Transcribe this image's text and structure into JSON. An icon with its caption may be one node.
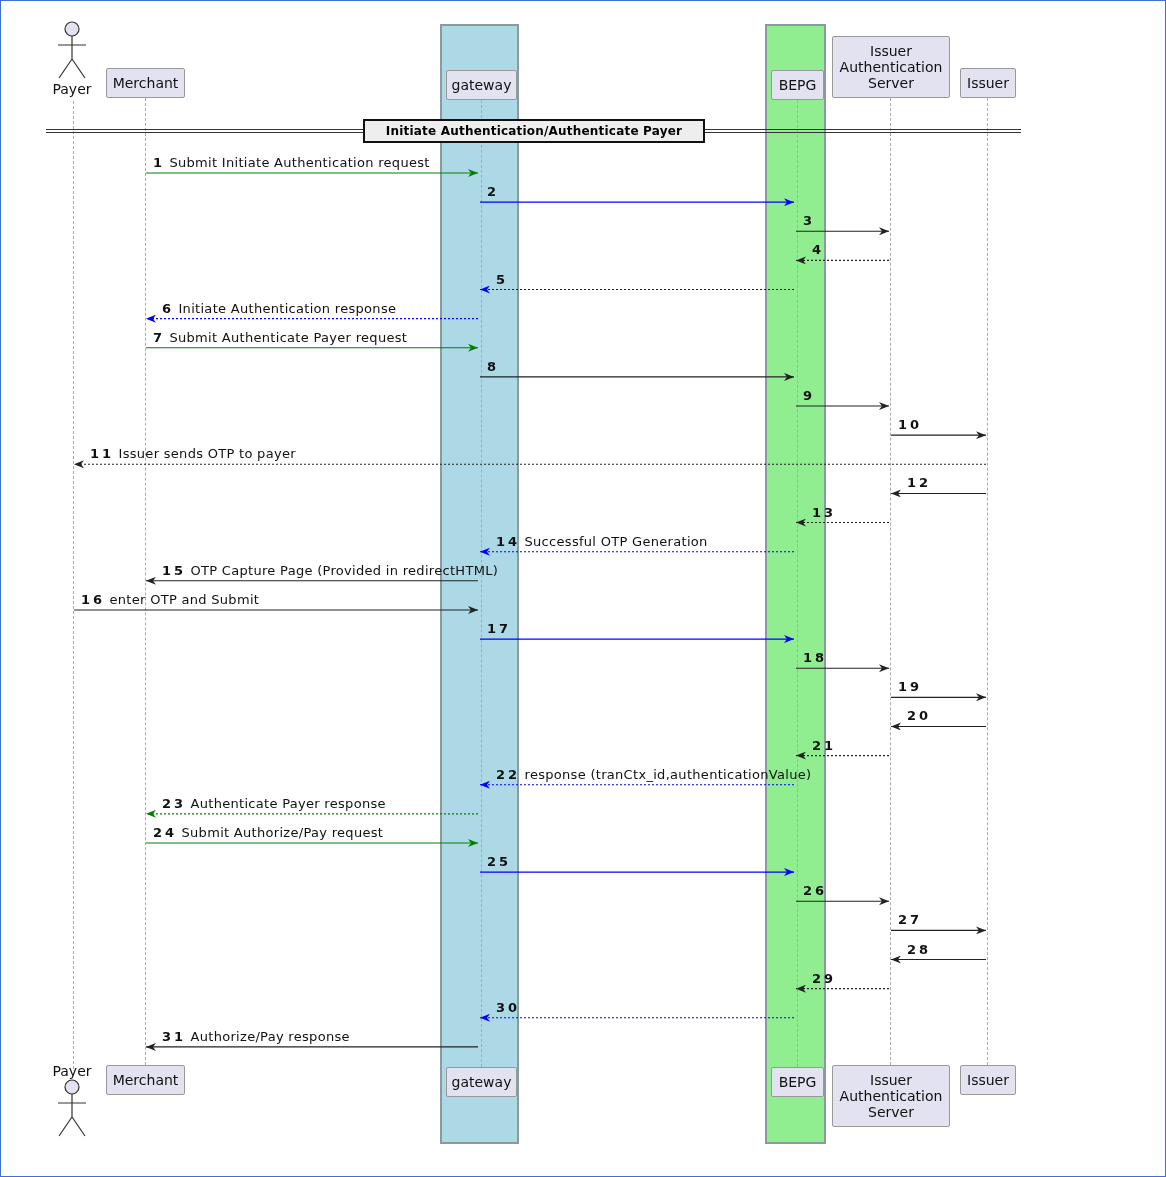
{
  "diagram": {
    "nodes": [
      {
        "text": [
          "Payer"
        ]
      },
      {
        "text": [
          "Merchant"
        ]
      },
      {
        "text": [],
        "shape": "bar"
      },
      {
        "text": [
          "gateway"
        ],
        "in": 2
      },
      {
        "text": [],
        "shape": "bar"
      },
      {
        "text": [
          "BEPG"
        ],
        "in": 4
      },
      {
        "text": [
          "Issuer Authentication Server"
        ]
      },
      {
        "text": [
          "Issuer"
        ]
      },
      {
        "text": [
          "Initiate Authentication/Authenticate Payer"
        ]
      },
      {
        "text": [],
        "shape": "line"
      },
      {
        "text": [],
        "shape": "line"
      },
      {
        "text": [],
        "shape": "line",
        "in": 2
      },
      {
        "text": [],
        "shape": "line",
        "in": 4
      },
      {
        "text": [],
        "shape": "line"
      },
      {
        "text": [],
        "shape": "line"
      },
      {
        "text": [
          "Payer"
        ]
      },
      {
        "text": [
          "Merchant"
        ]
      },
      {
        "text": [
          "gateway"
        ],
        "in": 2
      },
      {
        "text": [
          "BEPG"
        ],
        "in": 4
      },
      {
        "text": [
          "Issuer Authentication Server"
        ]
      },
      {
        "text": [
          "Issuer"
        ]
      }
    ],
    "edges": [
      {
        "from": 10,
        "to": 11,
        "arrow": "to",
        "label": "**1** Submit Initiate Authentication request",
        "color": "#008000"
      },
      {
        "from": 11,
        "to": 12,
        "arrow": "to",
        "label": "2",
        "color": "#0000ff"
      },
      {
        "from": 12,
        "to": 13,
        "arrow": "to",
        "label": "3"
      },
      {
        "from": 13,
        "to": 12,
        "arrow": "to",
        "label": "4",
        "style": "dashed"
      },
      {
        "from": 12,
        "to": 11,
        "arrow": "to",
        "label": "5",
        "style": "dashed",
        "color": "#0000ff"
      },
      {
        "from": 11,
        "to": 10,
        "arrow": "to",
        "label": "**6** Initiate Authentication response",
        "style": "dashed",
        "color": "#0000ff"
      },
      {
        "from": 10,
        "to": 11,
        "arrow": "to",
        "label": "**7** Submit Authenticate Payer request",
        "color": "#008000"
      },
      {
        "from": 11,
        "to": 12,
        "arrow": "to",
        "label": "8"
      },
      {
        "from": 12,
        "to": 13,
        "arrow": "to",
        "label": "9"
      },
      {
        "from": 13,
        "to": 14,
        "arrow": "to",
        "label": "10"
      },
      {
        "from": 14,
        "to": 9,
        "arrow": "to",
        "label": "**11** Issuer sends OTP to payer",
        "style": "dashed"
      },
      {
        "from": 14,
        "to": 13,
        "arrow": "to",
        "label": "12"
      },
      {
        "from": 13,
        "to": 12,
        "arrow": "to",
        "label": "13",
        "style": "dashed"
      },
      {
        "from": 12,
        "to": 11,
        "arrow": "to",
        "label": "**14** Successful OTP Generation",
        "style": "dashed",
        "color": "#0000ff"
      },
      {
        "from": 11,
        "to": 10,
        "arrow": "to",
        "label": "**15** OTP Capture Page (Provided in redirectHTML)"
      },
      {
        "from": 9,
        "to": 11,
        "arrow": "to",
        "label": "**16** enter OTP and Submit"
      },
      {
        "from": 11,
        "to": 12,
        "arrow": "to",
        "label": "17",
        "color": "#0000ff"
      },
      {
        "from": 12,
        "to": 13,
        "arrow": "to",
        "label": "18"
      },
      {
        "from": 13,
        "to": 14,
        "arrow": "to",
        "label": "19"
      },
      {
        "from": 14,
        "to": 13,
        "arrow": "to",
        "label": "20"
      },
      {
        "from": 13,
        "to": 12,
        "arrow": "to",
        "label": "21",
        "style": "dashed"
      },
      {
        "from": 12,
        "to": 11,
        "arrow": "to",
        "label": "**22** response (tranCtx_id,authenticationValue)",
        "style": "dashed",
        "color": "#0000ff"
      },
      {
        "from": 11,
        "to": 10,
        "arrow": "to",
        "label": "**23** Authenticate Payer response",
        "style": "dashed",
        "color": "#008000"
      },
      {
        "from": 10,
        "to": 11,
        "arrow": "to",
        "label": "**24** Submit Authorize/Pay request",
        "color": "#008000"
      },
      {
        "from": 11,
        "to": 12,
        "arrow": "to",
        "label": "25",
        "color": "#0000ff"
      },
      {
        "from": 12,
        "to": 13,
        "arrow": "to",
        "label": "26"
      },
      {
        "from": 13,
        "to": 14,
        "arrow": "to",
        "label": "27"
      },
      {
        "from": 14,
        "to": 13,
        "arrow": "to",
        "label": "28"
      },
      {
        "from": 13,
        "to": 12,
        "arrow": "to",
        "label": "29",
        "style": "dashed"
      },
      {
        "from": 12,
        "to": 11,
        "arrow": "to",
        "label": "30",
        "style": "dashed",
        "color": "#0000ff"
      },
      {
        "from": 11,
        "to": 10,
        "arrow": "to",
        "label": "**31** Authorize/Pay response"
      }
    ]
  }
}
